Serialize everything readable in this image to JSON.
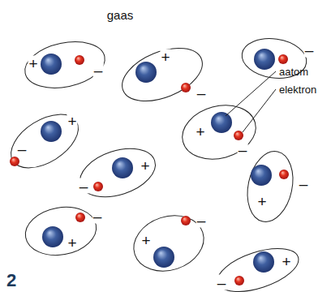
{
  "diagram": {
    "labels": [
      "gaas",
      "aatom",
      "elektron",
      "+",
      "–",
      "+",
      "–",
      "–",
      "+",
      "–",
      "+",
      "–",
      "+",
      "–",
      "–",
      "+",
      "+",
      "–",
      "+",
      "–",
      "+",
      "–",
      "2"
    ]
  }
}
